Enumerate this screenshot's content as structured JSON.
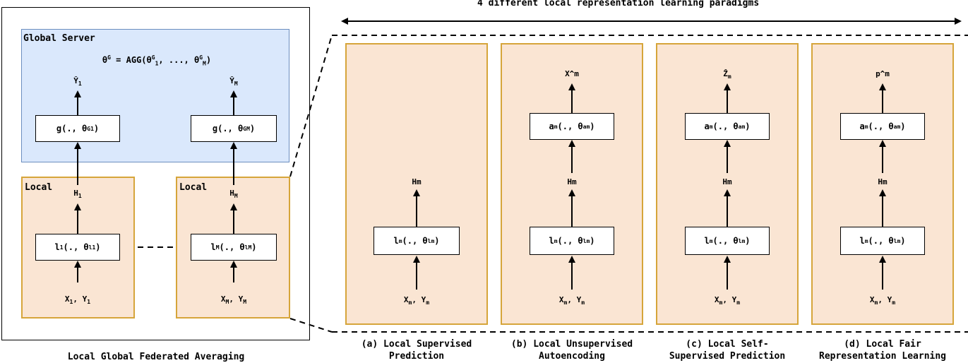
{
  "header": {
    "paradigms_title": "4 different local representation learning paradigms"
  },
  "left": {
    "server_title": "Global Server",
    "aggregation": {
      "lhs": "θ",
      "lhs_sup": "G",
      "mid": " = AGG(θ",
      "s1": "G",
      "b1": "1",
      "dots": ", ..., θ",
      "s2": "G",
      "b2": "M",
      "end": ")"
    },
    "local_title": "Local",
    "caption": "Local Global Federated Averaging",
    "client1": {
      "y_hat": "Ŷ",
      "y_hat_sub": "1",
      "g_box": "g(., θ",
      "g_sup": "G",
      "g_sub": "1",
      "g_end": ")",
      "h": "H",
      "h_sub": "1",
      "l_box": "l",
      "l_sub": "1",
      "l_mid": "(., θ",
      "l_sup": "l",
      "l_sub2": "1",
      "l_end": ")",
      "x": "X",
      "x_sub": "1",
      "y": ", Y",
      "y_sub": "1"
    },
    "clientM": {
      "y_hat": "Ŷ",
      "y_hat_sub": "M",
      "g_box": "g(., θ",
      "g_sup": "G",
      "g_sub": "M",
      "g_end": ")",
      "h": "H",
      "h_sub": "M",
      "l_box": "l",
      "l_sub": "M",
      "l_mid": "(., θ",
      "l_sup": "l",
      "l_sub2": "M",
      "l_end": ")",
      "x": "X",
      "x_sub": "M",
      "y": ", Y",
      "y_sub": "M"
    }
  },
  "paradigms": [
    {
      "caption_line1": "(a) Local Supervised",
      "caption_line2": "Prediction",
      "output": "",
      "has_head": false,
      "h": "Hm"
    },
    {
      "caption_line1": "(b) Local Unsupervised",
      "caption_line2": "Autoencoding",
      "output": "X^m",
      "has_head": true,
      "h": "Hm"
    },
    {
      "caption_line1": "(c) Local Self-",
      "caption_line2": "Supervised Prediction",
      "output": "Ẑ",
      "output_sub": "m",
      "has_head": true,
      "h": "Hm"
    },
    {
      "caption_line1": "(d) Local Fair",
      "caption_line2": "Representation Learning",
      "output": "p^m",
      "has_head": true,
      "h": "Hm"
    }
  ],
  "common": {
    "a_box": "a",
    "a_sub": "m",
    "a_mid": "(., θ",
    "a_sup": "a",
    "a_sub2": "m",
    "a_end": ")",
    "l_box": "l",
    "l_sub": "m",
    "l_mid": "(., θ",
    "l_sup": "l",
    "l_sub2": "m",
    "l_end": ")",
    "x": "X",
    "x_sub": "m",
    "y": ", Y",
    "y_sub": "m"
  }
}
